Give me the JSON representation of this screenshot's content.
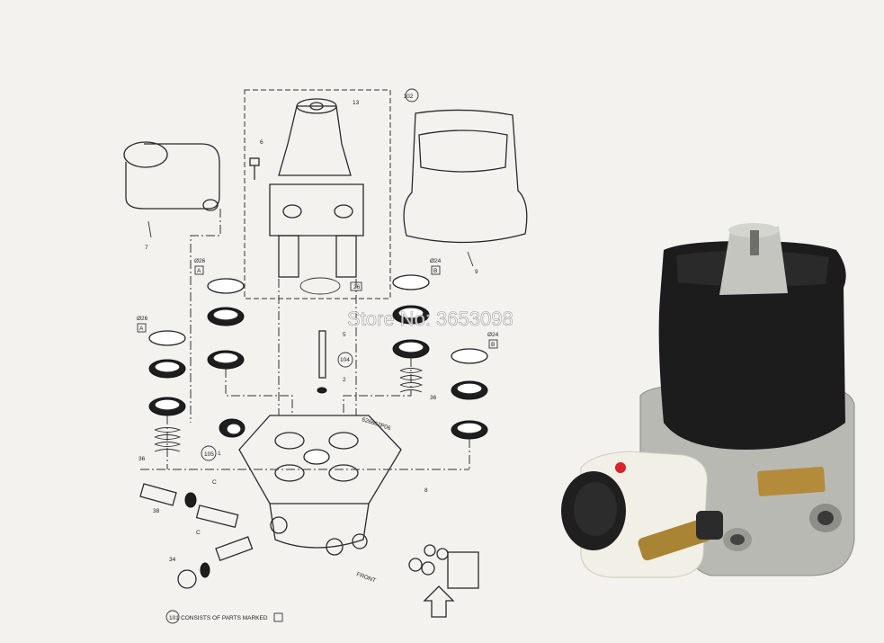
{
  "watermark": "Store No: 3653098",
  "callouts": {
    "c102": "102",
    "c13": "13",
    "c6": "6",
    "c26": "26",
    "c7": "7",
    "c9": "9",
    "c5": "5",
    "c104": "104",
    "c2": "2",
    "c36a": "36",
    "c36b": "36",
    "c105": "105",
    "c1": "1",
    "c8": "8",
    "c38": "38",
    "c34": "34",
    "c101": "101"
  },
  "diameter_labels": {
    "d1": "Ø26",
    "d2": "Ø26",
    "d3": "Ø24",
    "d4": "Ø24"
  },
  "letter_tags": {
    "a1": "A",
    "a2": "A",
    "b1": "B",
    "b2": "B",
    "c1": "C",
    "c2": "C"
  },
  "part_number": "626662P06",
  "front_label": "FRONT",
  "legend_text": "CONSISTS OF PARTS MARKED",
  "colors": {
    "background": "#f3f2ee",
    "boot": "#1c1c1c",
    "body_metal": "#b9b9b3",
    "reservoir": "#f1efe6",
    "cap": "#1f1f1f",
    "brass": "#b48a3b",
    "red_dot": "#d8232a"
  }
}
